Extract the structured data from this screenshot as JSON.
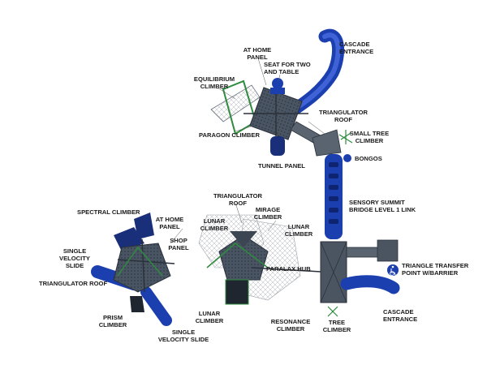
{
  "labels": {
    "cascade_entrance_top": "CASCADE\nENTRANCE",
    "at_home_panel_top": "AT HOME\nPANEL",
    "seat_for_two": "SEAT FOR TWO\nAND TABLE",
    "equilibrium_climber": "EQUILIBRIUM\nCLIMBER",
    "triangulator_roof_top": "TRIANGULATOR\nROOF",
    "paragon_climber": "PARAGON CLIMBER",
    "small_tree_climber": "SMALL TREE\nCLIMBER",
    "bongos": "BONGOS",
    "tunnel_panel": "TUNNEL PANEL",
    "triangulator_roof_mid": "TRIANGULATOR\nROOF",
    "mirage_climber": "MIRAGE\nCLIMBER",
    "sensory_summit": "SENSORY SUMMIT\nBRIDGE LEVEL 1 LINK",
    "spectral_climber": "SPECTRAL CLIMBER",
    "at_home_panel_left": "AT HOME\nPANEL",
    "lunar_climber_tl": "LUNAR\nCLIMBER",
    "lunar_climber_tr": "LUNAR\nCLIMBER",
    "shop_panel": "SHOP\nPANEL",
    "single_velocity_slide_left": "SINGLE\nVELOCITY\nSLIDE",
    "triangulator_roof_left": "TRIANGULATOR ROOF",
    "paralax_hub": "PARALAX HUB",
    "triangle_transfer": "TRIANGLE TRANSFER\nPOINT W/BARRIER",
    "prism_climber": "PRISM\nCLIMBER",
    "lunar_climber_bottom": "LUNAR\nCLIMBER",
    "resonance_climber": "RESONANCE\nCLIMBER",
    "cascade_entrance_bottom": "CASCADE\nENTRANCE",
    "tree_climber": "TREE\nCLIMBER",
    "single_velocity_slide_bottom": "SINGLE\nVELOCITY SLIDE"
  },
  "icons": {
    "accessibility": "wheelchair-icon"
  },
  "colors": {
    "slide_blue": "#1c3fb0",
    "deck_gray": "#3c4552",
    "green_frame": "#2e8b3e"
  }
}
